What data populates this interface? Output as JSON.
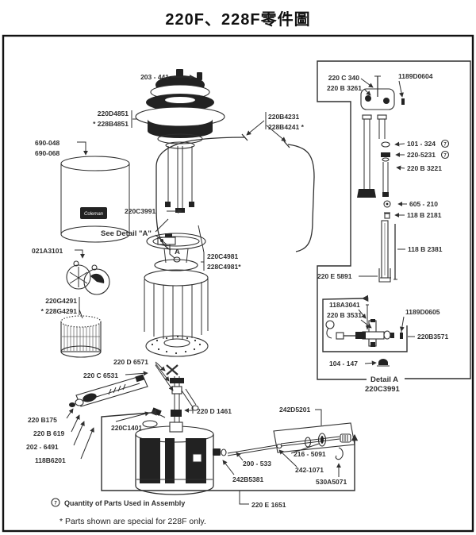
{
  "title": "220F、228F零件圖",
  "diagram": {
    "globe_logo": "Coleman",
    "detail_marker": "A",
    "labels": {
      "l203_441": "203 - 441",
      "l220D4851": "220D4851",
      "l228B4851": "* 228B4851",
      "l690_048": "690-048",
      "l690_068": "690-068",
      "l220C3991": "220C3991",
      "see_detail": "See Detail \"A\"",
      "l021A3101": "021A3101",
      "l220G4291": "220G4291",
      "l228G4291": "* 228G4291",
      "l220B4231": "220B4231",
      "l228B4241": "228B4241 *",
      "l220C4981": "220C4981",
      "l228C4981": "228C4981*",
      "l220D6571": "220 D 6571",
      "l220C6531": "220 C 6531",
      "l220B175": "220 B175",
      "l220B619": "220 B 619",
      "l202_6491": "202 - 6491",
      "l118B6201": "118B6201",
      "l220C1401": "220C1401",
      "l220D1461": "220 D 1461",
      "l242D5201": "242D5201",
      "l200_533": "200 -  533",
      "l216_5091": "216 - 5091",
      "l242_1071": "242-1071",
      "l530A5071": "530A5071",
      "l242B5381": "242B5381",
      "l220E1651": "220 E 1651",
      "l220C340": "220 C 340",
      "l220B3261": "220 B 3261",
      "l1189D0604": "1189D0604",
      "l101_324": "101 - 324",
      "l220_5231": "220-5231",
      "l220B3221": "220 B 3221",
      "l605_210": "605 - 210",
      "l118B2181": "118 B 2181",
      "l118B2381": "118 B 2381",
      "l220E5891": "220 E 5891",
      "l118A3041": "118A3041",
      "l220B3531": "220 B 3531",
      "l1189D0605": "1189D0605",
      "l220B3571": "220B3571",
      "l104_147": "104 - 147"
    },
    "detail_box": {
      "caption": "Detail A",
      "caption_part": "220C3991"
    },
    "footnotes": {
      "quantity_symbol": "7",
      "quantity_note": "Quantity of Parts Used in Assembly",
      "special_note": "* Parts shown are special for 228F  only."
    }
  },
  "colors": {
    "ink": "#2f2f2f",
    "background": "#ffffff"
  }
}
